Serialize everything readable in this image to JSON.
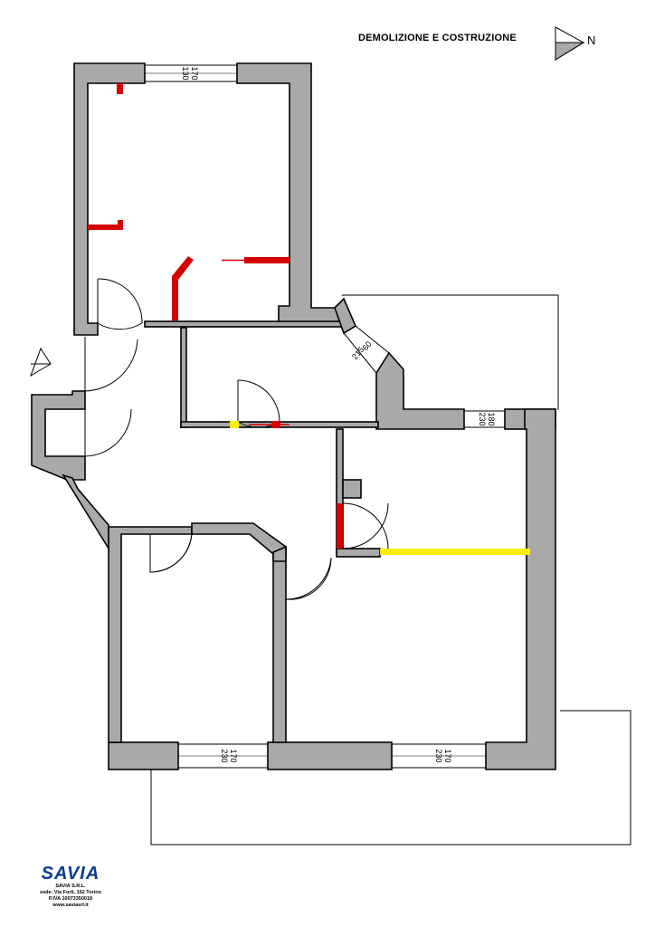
{
  "title": "DEMOLIZIONE E COSTRUZIONE",
  "north_label": "N",
  "dimensions": {
    "top_window_a": "170",
    "top_window_b": "130",
    "diag_window_a": "60",
    "diag_window_b": "215",
    "right_window_a": "180",
    "right_window_b": "230",
    "bottom_left_window_a": "170",
    "bottom_left_window_b": "230",
    "bottom_right_window_a": "170",
    "bottom_right_window_b": "230"
  },
  "legend_colors": {
    "walls": "#a9a9a9",
    "demolition": "#d40000",
    "construction": "#ffee00"
  },
  "company": {
    "logo": "SAVIA",
    "name": "SAVIA S.R.L.",
    "address": "sede: Via Forli, 152 Torino",
    "vat": "P.IVA 10073350018",
    "website": "www.saviasrl.it"
  }
}
